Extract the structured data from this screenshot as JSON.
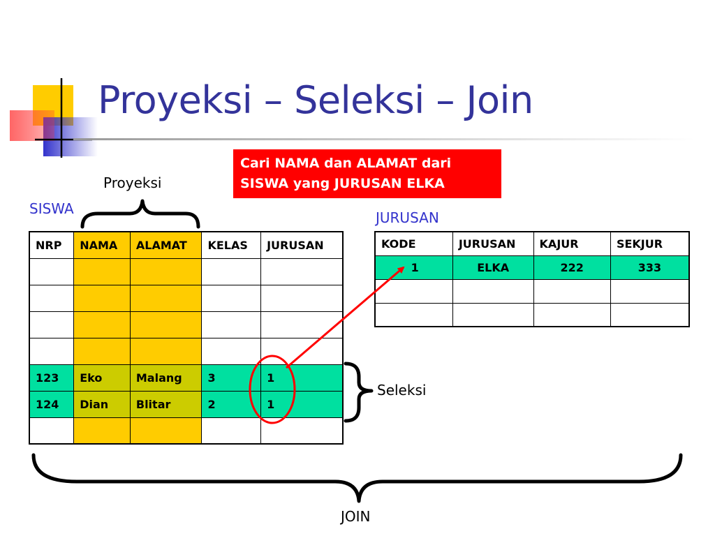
{
  "slide": {
    "title": "Proyeksi – Seleksi – Join",
    "callout": {
      "line1": "Cari NAMA dan ALAMAT dari",
      "line2": "SISWA yang JURUSAN ELKA"
    },
    "labels": {
      "proyeksi": "Proyeksi",
      "seleksi": "Seleksi",
      "join": "JOIN"
    }
  },
  "siswa": {
    "name": "SISWA",
    "headers": [
      "NRP",
      "NAMA",
      "ALAMAT",
      "KELAS",
      "JURUSAN"
    ],
    "rows": [
      [
        "",
        "",
        "",
        "",
        ""
      ],
      [
        "",
        "",
        "",
        "",
        ""
      ],
      [
        "",
        "",
        "",
        "",
        ""
      ],
      [
        "",
        "",
        "",
        "",
        ""
      ],
      [
        "123",
        "Eko",
        "Malang",
        "3",
        "1"
      ],
      [
        "124",
        "Dian",
        "Blitar",
        "2",
        "1"
      ],
      [
        "",
        "",
        "",
        "",
        ""
      ]
    ]
  },
  "jurusan": {
    "name": "JURUSAN",
    "headers": [
      "KODE",
      "JURUSAN",
      "KAJUR",
      "SEKJUR"
    ],
    "rows": [
      [
        "1",
        "ELKA",
        "222",
        "333"
      ],
      [
        "",
        "",
        "",
        ""
      ],
      [
        "",
        "",
        "",
        ""
      ]
    ]
  },
  "colors": {
    "title": "#33339a",
    "callout_bg": "#ff0000",
    "projected_column": "#ffcc00",
    "selected_row": "#00e0a0",
    "projected_selected": "#cccc00",
    "annotation": "#ff0000"
  }
}
